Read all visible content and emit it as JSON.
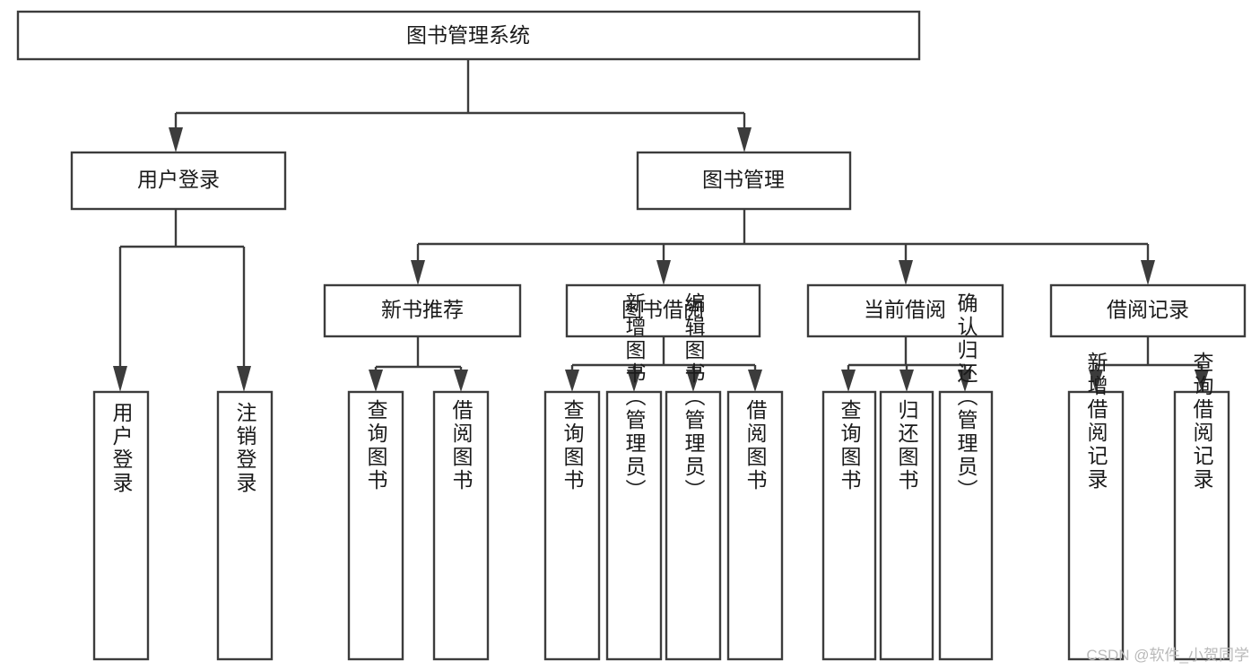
{
  "diagram": {
    "type": "tree-hierarchy",
    "title": "图书管理系统",
    "watermark": "CSDN @软件_小贺同学",
    "colors": {
      "stroke": "#3c3c3c",
      "fill": "#ffffff",
      "text": "#1a1a1a",
      "watermark": "#b9b9b9",
      "background": "#ffffff"
    },
    "root": {
      "label": "图书管理系统",
      "orientation": "horizontal"
    },
    "level2": [
      {
        "label": "用户登录",
        "orientation": "horizontal"
      },
      {
        "label": "图书管理",
        "orientation": "horizontal"
      }
    ],
    "level3": [
      {
        "label": "新书推荐",
        "orientation": "horizontal"
      },
      {
        "label": "图书借阅",
        "orientation": "horizontal"
      },
      {
        "label": "当前借阅",
        "orientation": "horizontal"
      },
      {
        "label": "借阅记录",
        "orientation": "horizontal"
      }
    ],
    "leaves": {
      "user_login": [
        {
          "label": "用户登录",
          "orientation": "vertical"
        },
        {
          "label": "注销登录",
          "orientation": "vertical"
        }
      ],
      "new_book_recommend": [
        {
          "label": "查询图书",
          "orientation": "vertical"
        },
        {
          "label": "借阅图书",
          "orientation": "vertical"
        }
      ],
      "book_borrow": [
        {
          "label": "查询图书",
          "orientation": "vertical"
        },
        {
          "label": "新增图书（管理员）",
          "orientation": "vertical"
        },
        {
          "label": "编辑图书（管理员）",
          "orientation": "vertical"
        },
        {
          "label": "借阅图书",
          "orientation": "vertical"
        }
      ],
      "current_borrow": [
        {
          "label": "查询图书",
          "orientation": "vertical"
        },
        {
          "label": "归还图书",
          "orientation": "vertical"
        },
        {
          "label": "确认归还（管理员）",
          "orientation": "vertical"
        }
      ],
      "borrow_record": [
        {
          "label": "新增借阅记录",
          "orientation": "vertical"
        },
        {
          "label": "查询借阅记录",
          "orientation": "vertical"
        }
      ]
    }
  }
}
